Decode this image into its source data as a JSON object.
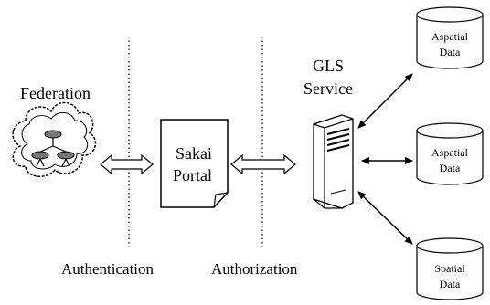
{
  "federation": {
    "label": "Federation"
  },
  "portal": {
    "line1": "Sakai",
    "line2": "Portal"
  },
  "gls": {
    "line1": "GLS",
    "line2": "Service"
  },
  "boundaries": {
    "left": "Authentication",
    "right": "Authorization"
  },
  "stores": [
    {
      "line1": "Aspatial",
      "line2": "Data"
    },
    {
      "line1": "Aspatial",
      "line2": "Data"
    },
    {
      "line1": "Spatial",
      "line2": "Data"
    }
  ]
}
